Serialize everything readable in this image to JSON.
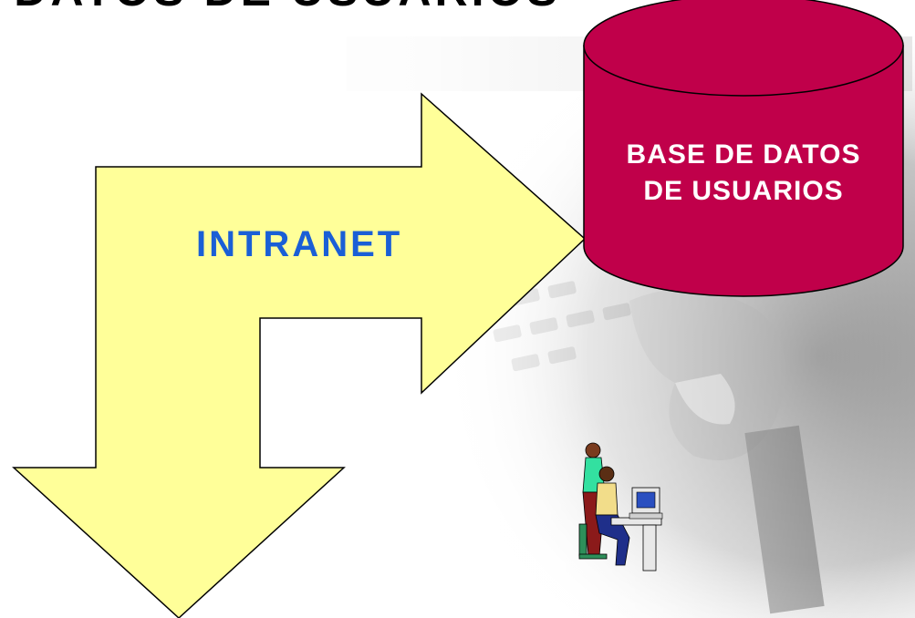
{
  "slide": {
    "title": "E DATOS DE USUARIOS",
    "database_label_line1": "BASE DE DATOS",
    "database_label_line2": "DE USUARIOS",
    "network_label": "INTRANET"
  },
  "colors": {
    "arrow_fill": "#ffff99",
    "database_fill": "#c0004a",
    "network_label": "#1a5fd6",
    "database_text": "#ffffff"
  },
  "icons": {
    "background": "hand-on-keyboard-photo",
    "users": "users-at-computer-clipart"
  }
}
